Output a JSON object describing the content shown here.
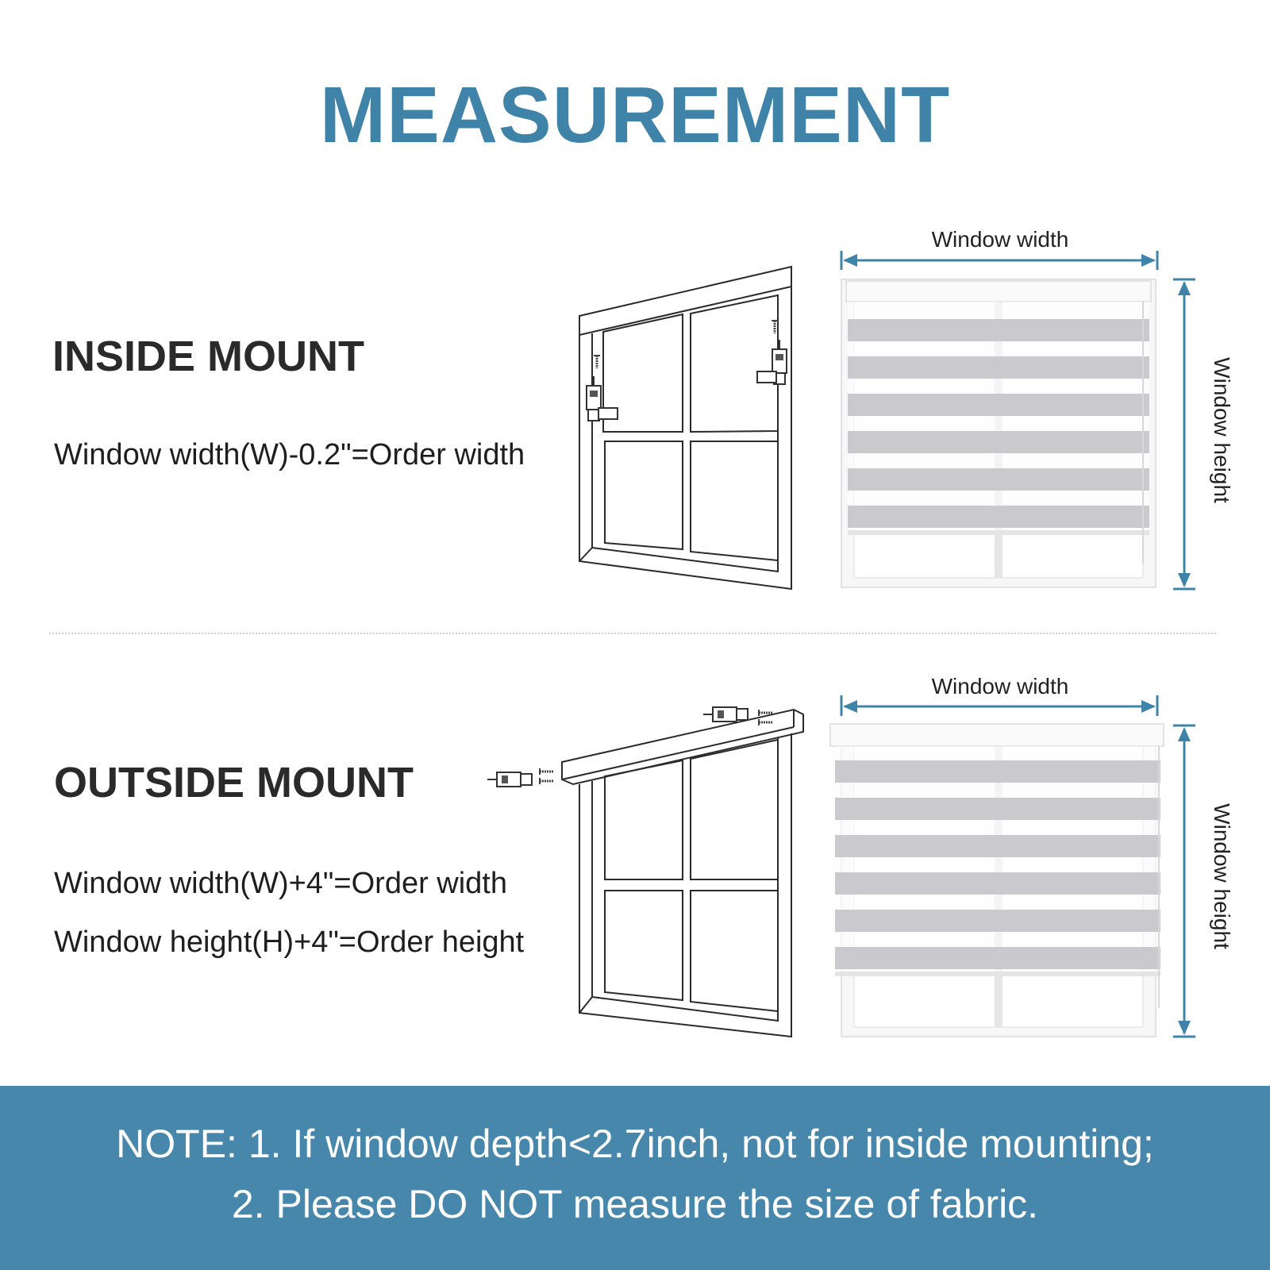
{
  "title": "MEASUREMENT",
  "inside": {
    "heading": "INSIDE MOUNT",
    "formula": "Window width(W)-0.2\"=Order width",
    "width_label": "Window width",
    "height_label": "Window height"
  },
  "outside": {
    "heading": "OUTSIDE MOUNT",
    "formula_width": "Window width(W)+4\"=Order width",
    "formula_height": "Window height(H)+4\"=Order height",
    "width_label": "Window width",
    "height_label": "Window height"
  },
  "note": {
    "line1": "NOTE: 1. If window depth<2.7inch, not for inside mounting;",
    "line2": "2. Please DO NOT measure the size of fabric."
  },
  "colors": {
    "accent": "#3f84a8",
    "banner": "#4687ab",
    "dimension_line": "#3f84a8",
    "fabric_stripe": "#c9c9ce"
  },
  "icons": [
    "drill-icon",
    "screw-icon",
    "bracket-icon"
  ]
}
